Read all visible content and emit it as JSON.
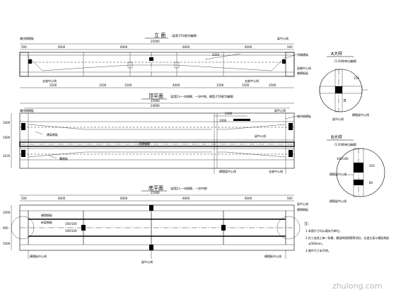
{
  "elevation": {
    "title": "立 面",
    "note": "（梁宽子50根字编辑）",
    "total": "25000",
    "spans": [
      "500",
      "6000",
      "6000",
      "6000",
      "6000",
      "500"
    ],
    "bottom_dims": [
      "2500",
      "1500",
      "1500",
      "4000",
      "1500",
      "1500",
      "2500"
    ],
    "left_label": "端块钢模板",
    "right_label": "梁中心线",
    "mid_label": "2324",
    "label_a": "顶端横梁",
    "label_b": "支座中心线",
    "label_c": "支座中心线",
    "label_d": "梁端中心线",
    "label_e": "端模板板"
  },
  "top_plan": {
    "title": "顶平面",
    "note": "（梁宽2×一块钢模，一块中钢，横宽子50根字编辑）",
    "total": "25000",
    "sub_total": "24600",
    "label_left": "端块钢模板",
    "label_right": "端块钢模板",
    "label_ctr": "梁中心线",
    "label_cl": "梁中心线",
    "left_dims": [
      "1000",
      "1000",
      "3105"
    ],
    "dim_a": "2400",
    "dim_b": "1000",
    "plate": "横梁钢板",
    "web": "翼缘板",
    "mark": "顶横钢模",
    "col_l": "梁中心线",
    "col_r": "支座中心线",
    "foot_l": "横隔梁中心线",
    "foot_r": "支座中心线"
  },
  "bottom_plan": {
    "title": "底平面",
    "note": "（梁宽2×一块钢模，一块中钢）",
    "total": "25000",
    "spans": [
      "500",
      "6000",
      "6000",
      "6000",
      "6000",
      "500"
    ],
    "left_label": "横梁钢模",
    "right_label": "梁中心线",
    "dim_a": "100/100",
    "dim_b": "100/100",
    "label_a": "横隔钢板",
    "label_b": "纵梁钢板",
    "foot_l": "横隔板中心线",
    "foot_c": "梁中心线",
    "foot_r": "横隔板中心线",
    "left_dims": [
      "1000",
      "900",
      "1000"
    ],
    "right_label2": "横隔钢板"
  },
  "detail_a": {
    "title": "A大样",
    "note": "（1:20除单位编辑）",
    "label_1": "横隔梁中心线",
    "label_2": "梁中心线",
    "dim": "150",
    "letter": "B"
  },
  "detail_b": {
    "title": "B大样",
    "note": "（1:20除单位编辑）",
    "label_1": "100/100",
    "label_2": "横隔梁中心线",
    "label_3": "横隔梁中心线",
    "dim_1": "250",
    "dim_2": "80"
  },
  "notes": {
    "heading": "注：",
    "lines": [
      "1.本图尺寸均以毫米为单位。",
      "2.在十连线上每一条横，横梁焊接钢筋等须在，长度主梁与横梁角接",
      "≤500mm。",
      "3.图中尺寸未写明。"
    ]
  },
  "watermark": "zhulong.com"
}
